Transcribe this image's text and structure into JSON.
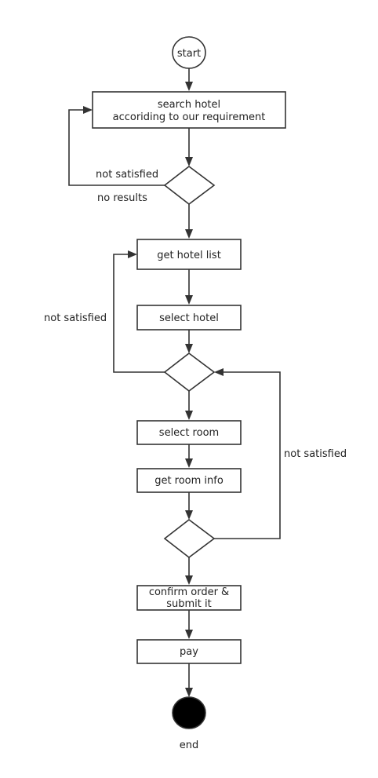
{
  "nodes": {
    "start": "start",
    "search_hotel": [
      "search hotel",
      "accoriding to our requirement"
    ],
    "get_hotel_list": "get hotel list",
    "select_hotel": "select hotel",
    "select_room": "select room",
    "get_room_info": "get room info",
    "confirm_order": [
      "confirm order &",
      "submit it"
    ],
    "pay": "pay",
    "end": "end"
  },
  "edge_labels": {
    "decision1_not_satisfied": "not satisfied",
    "decision1_no_results": "no results",
    "decision2_not_satisfied": "not satisfied",
    "decision3_not_satisfied": "not satisfied"
  },
  "colors": {
    "stroke": "#333333",
    "end_fill": "#000000",
    "text": "#222222"
  }
}
